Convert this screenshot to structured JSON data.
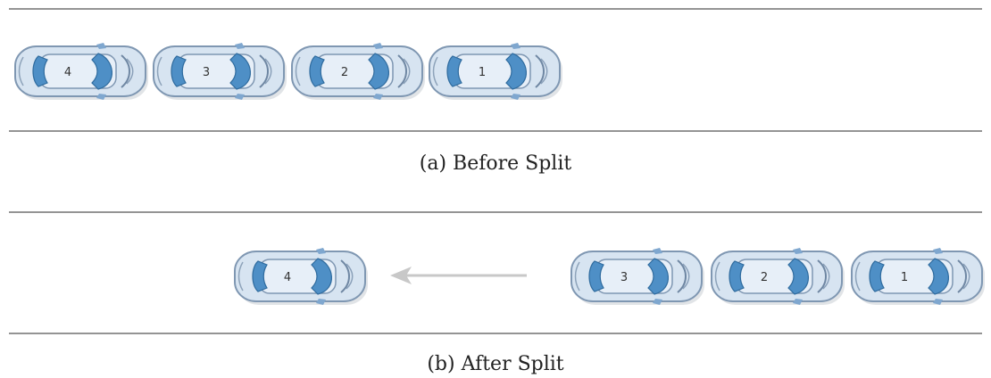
{
  "colors": {
    "lane_line": "#555555",
    "car_body": "#d7e4f1",
    "car_body_edge": "#7f97b2",
    "glass": "#4e8fc6",
    "glass_dark": "#2f6b9e",
    "roof": "#e7eff8",
    "arrow": "#c8c8c8"
  },
  "panels": [
    {
      "caption": "(a) Before Split",
      "cars": [
        {
          "label": "4"
        },
        {
          "label": "3"
        },
        {
          "label": "2"
        },
        {
          "label": "1"
        }
      ]
    },
    {
      "caption": "(b) After Split",
      "arrow_direction": "left",
      "cars": [
        {
          "label": "4"
        },
        {
          "label": "3"
        },
        {
          "label": "2"
        },
        {
          "label": "1"
        }
      ]
    }
  ]
}
